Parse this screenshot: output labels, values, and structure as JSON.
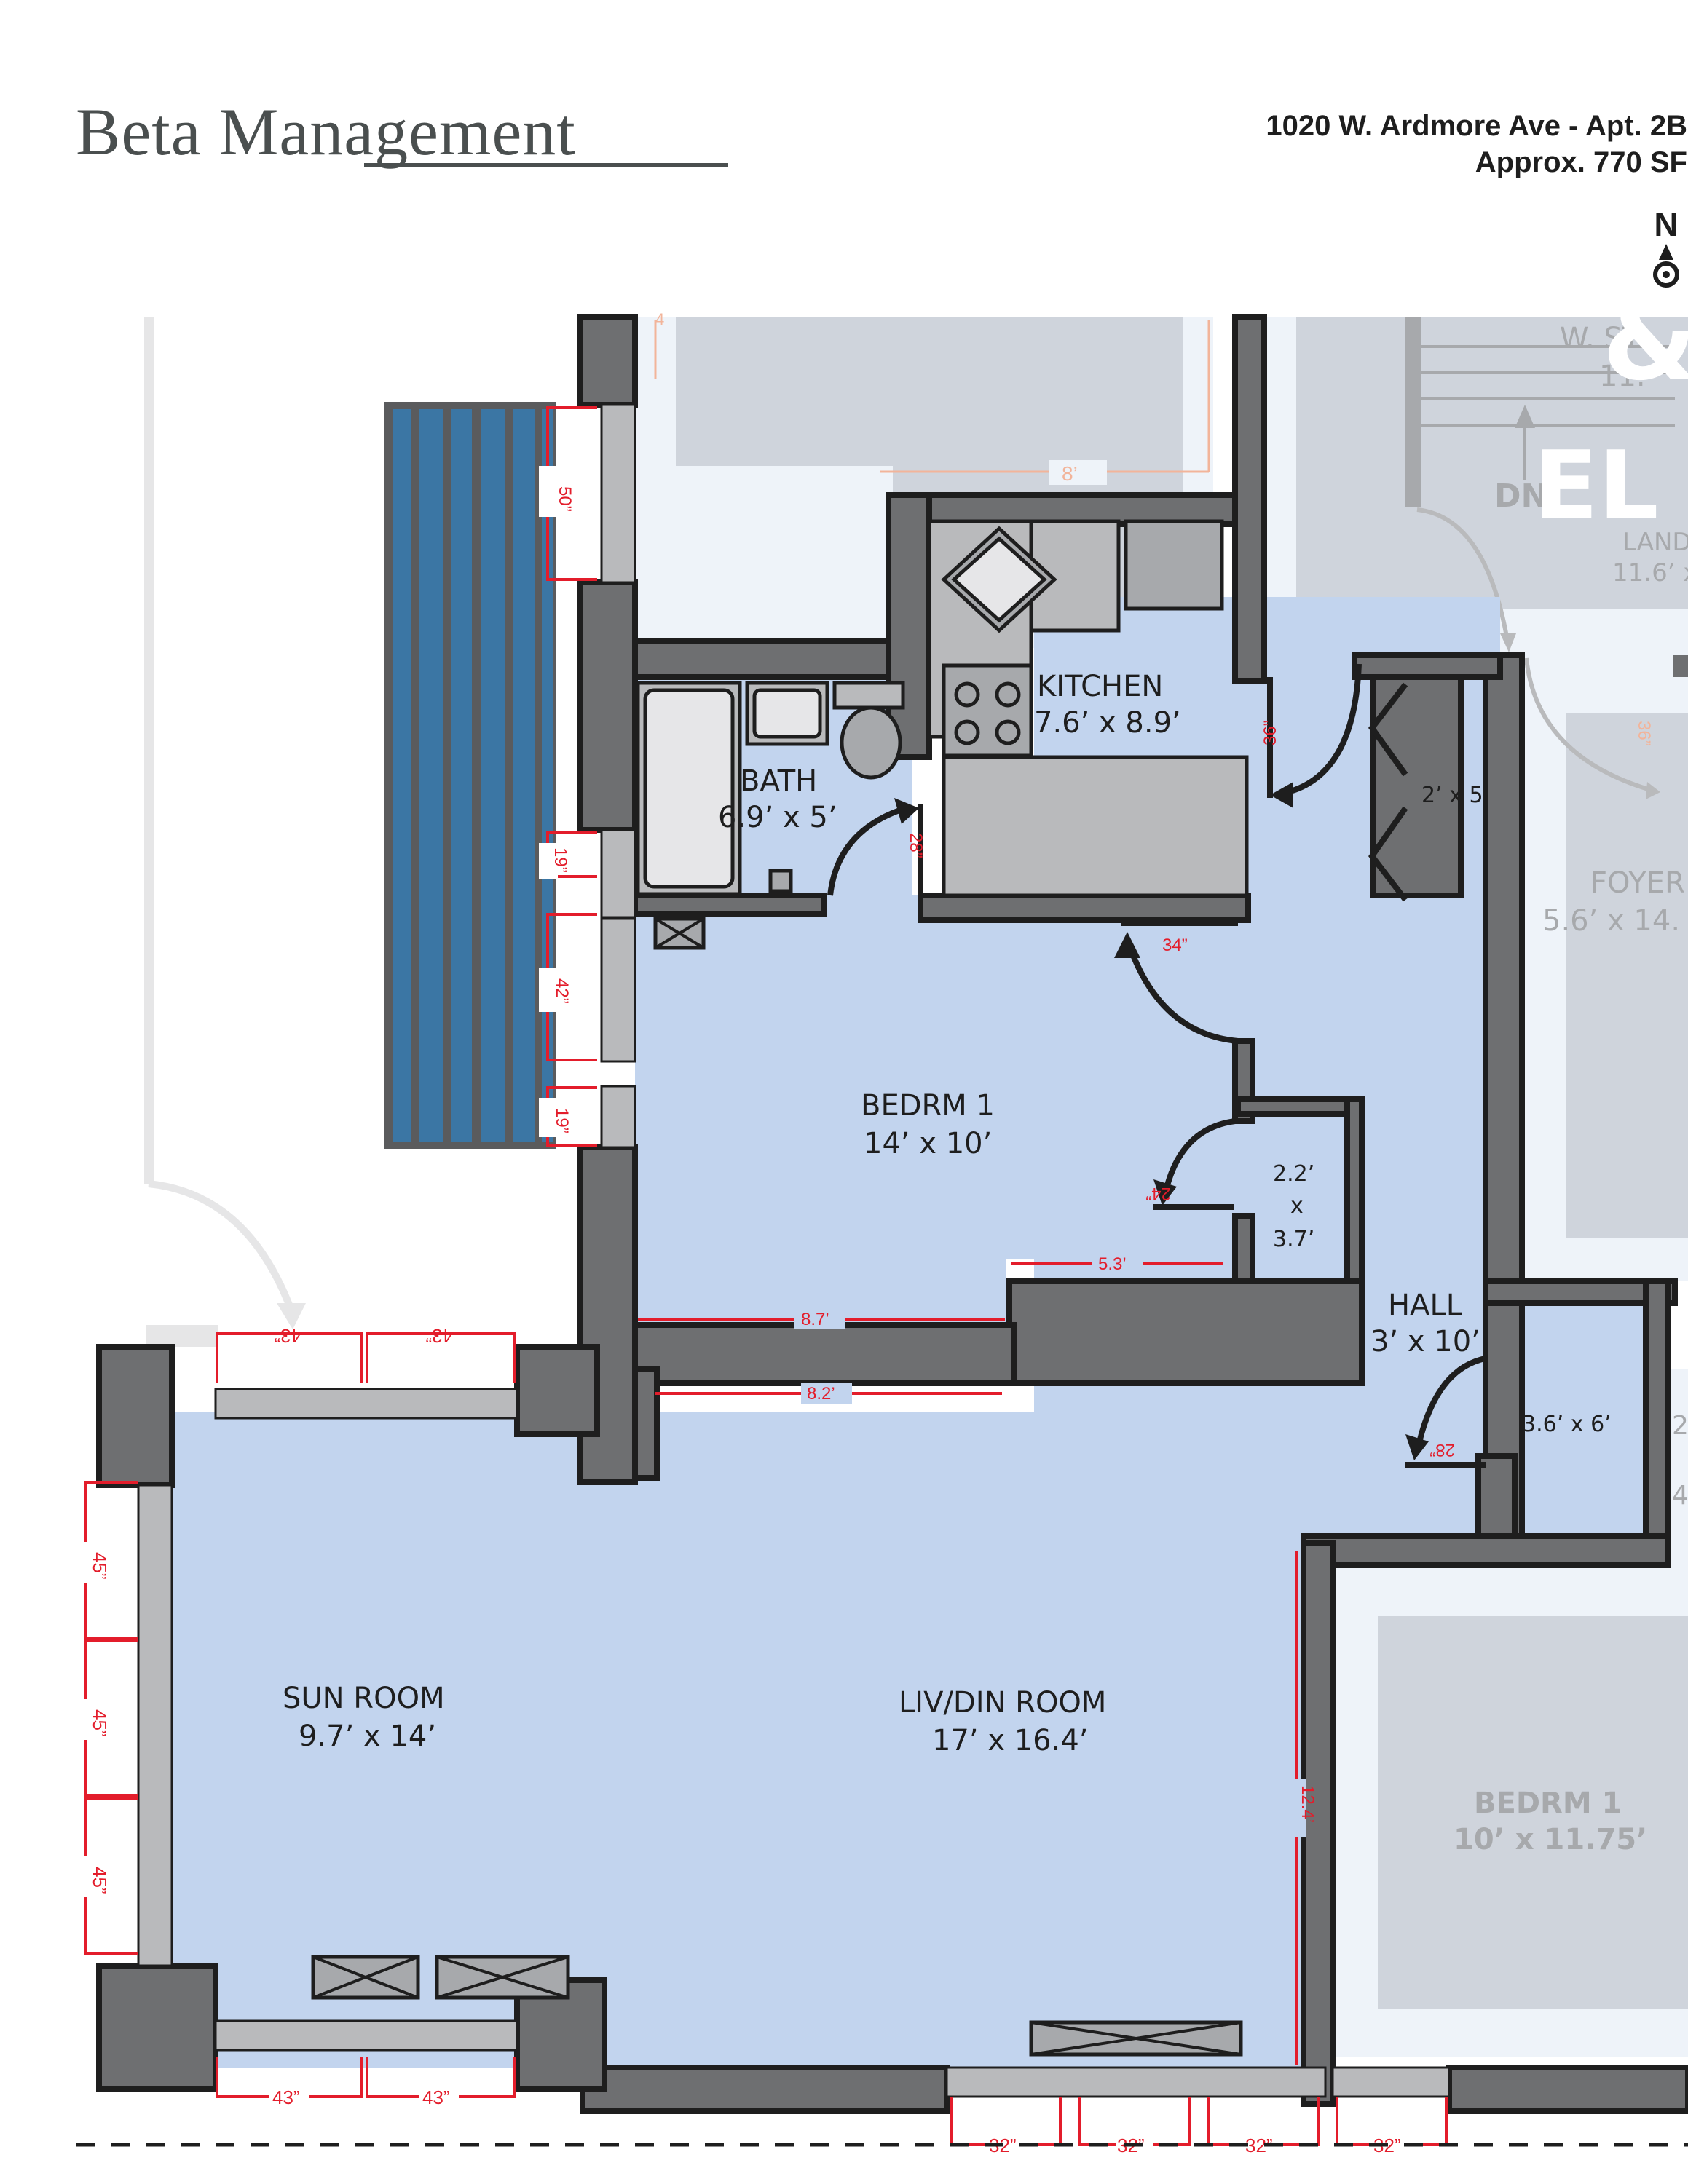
{
  "header": {
    "brand": "Beta Management",
    "address_line": "1020 W. Ardmore Ave - Apt. 2B",
    "area_line": "Approx. 770 SF",
    "north_label": "N"
  },
  "colors": {
    "room_fill": "#c2d4ee",
    "wall": "#6e6f71",
    "wall_outline": "#1e1e1e",
    "fixture": "#b9babc",
    "ghost_fill": "#cfd4dc",
    "ghost_border": "#eef3f9",
    "dimension": "#e31d2b",
    "fire_escape": "#3b76a4"
  },
  "rooms": [
    {
      "name": "KITCHEN",
      "size": "7.6’ x 8.9’"
    },
    {
      "name": "BATH",
      "size": "6.9’ x 5’"
    },
    {
      "name": "BEDRM 1",
      "size": "14’ x 10’"
    },
    {
      "name": "HALL",
      "size": "3’ x 10’"
    },
    {
      "name": "SUN ROOM",
      "size": "9.7’ x 14’"
    },
    {
      "name": "LIV/DIN ROOM",
      "size": "17’ x 16.4’"
    }
  ],
  "closets": [
    {
      "size": "2’ x 5’"
    },
    {
      "size_line1": "2.2’",
      "size_line2": "x",
      "size_line3": "3.7’"
    },
    {
      "size": "3.6’ x 6’"
    }
  ],
  "neighbor_units": {
    "bedroom": {
      "name": "BEDRM 1",
      "size": "10’ x 11.75’"
    },
    "foyer": {
      "name": "FOYER",
      "size": "5.6’ x 14."
    },
    "stair": {
      "name": "W. ST",
      "size": "11.",
      "dn": "DN"
    },
    "landing": {
      "name": "LAND",
      "size": "11.6’ x"
    },
    "elevator": "EL",
    "partial_top": "4",
    "partial_right_1": "2",
    "partial_right_2": "4",
    "top_dim": "8’",
    "door_36a": "36”",
    "door_36b": "36”"
  },
  "dimensions": {
    "west_windows": [
      "50”",
      "19”",
      "42”",
      "19”"
    ],
    "sunroom_north": [
      "43”",
      "43”"
    ],
    "sunroom_west": [
      "45”",
      "45”",
      "45”"
    ],
    "sunroom_south": [
      "43”",
      "43”"
    ],
    "living_south": [
      "32”",
      "32”",
      "32”",
      "32”"
    ],
    "bath_door": "28”",
    "kitchen_door": "36”",
    "bedroom_door": "34”",
    "closet_door": "24”",
    "hall_closet_door": "28”",
    "bedroom_wall_a": "5.3’",
    "bedroom_wall_b": "8.7’",
    "living_wall": "8.2’",
    "living_east": "12.4’"
  }
}
